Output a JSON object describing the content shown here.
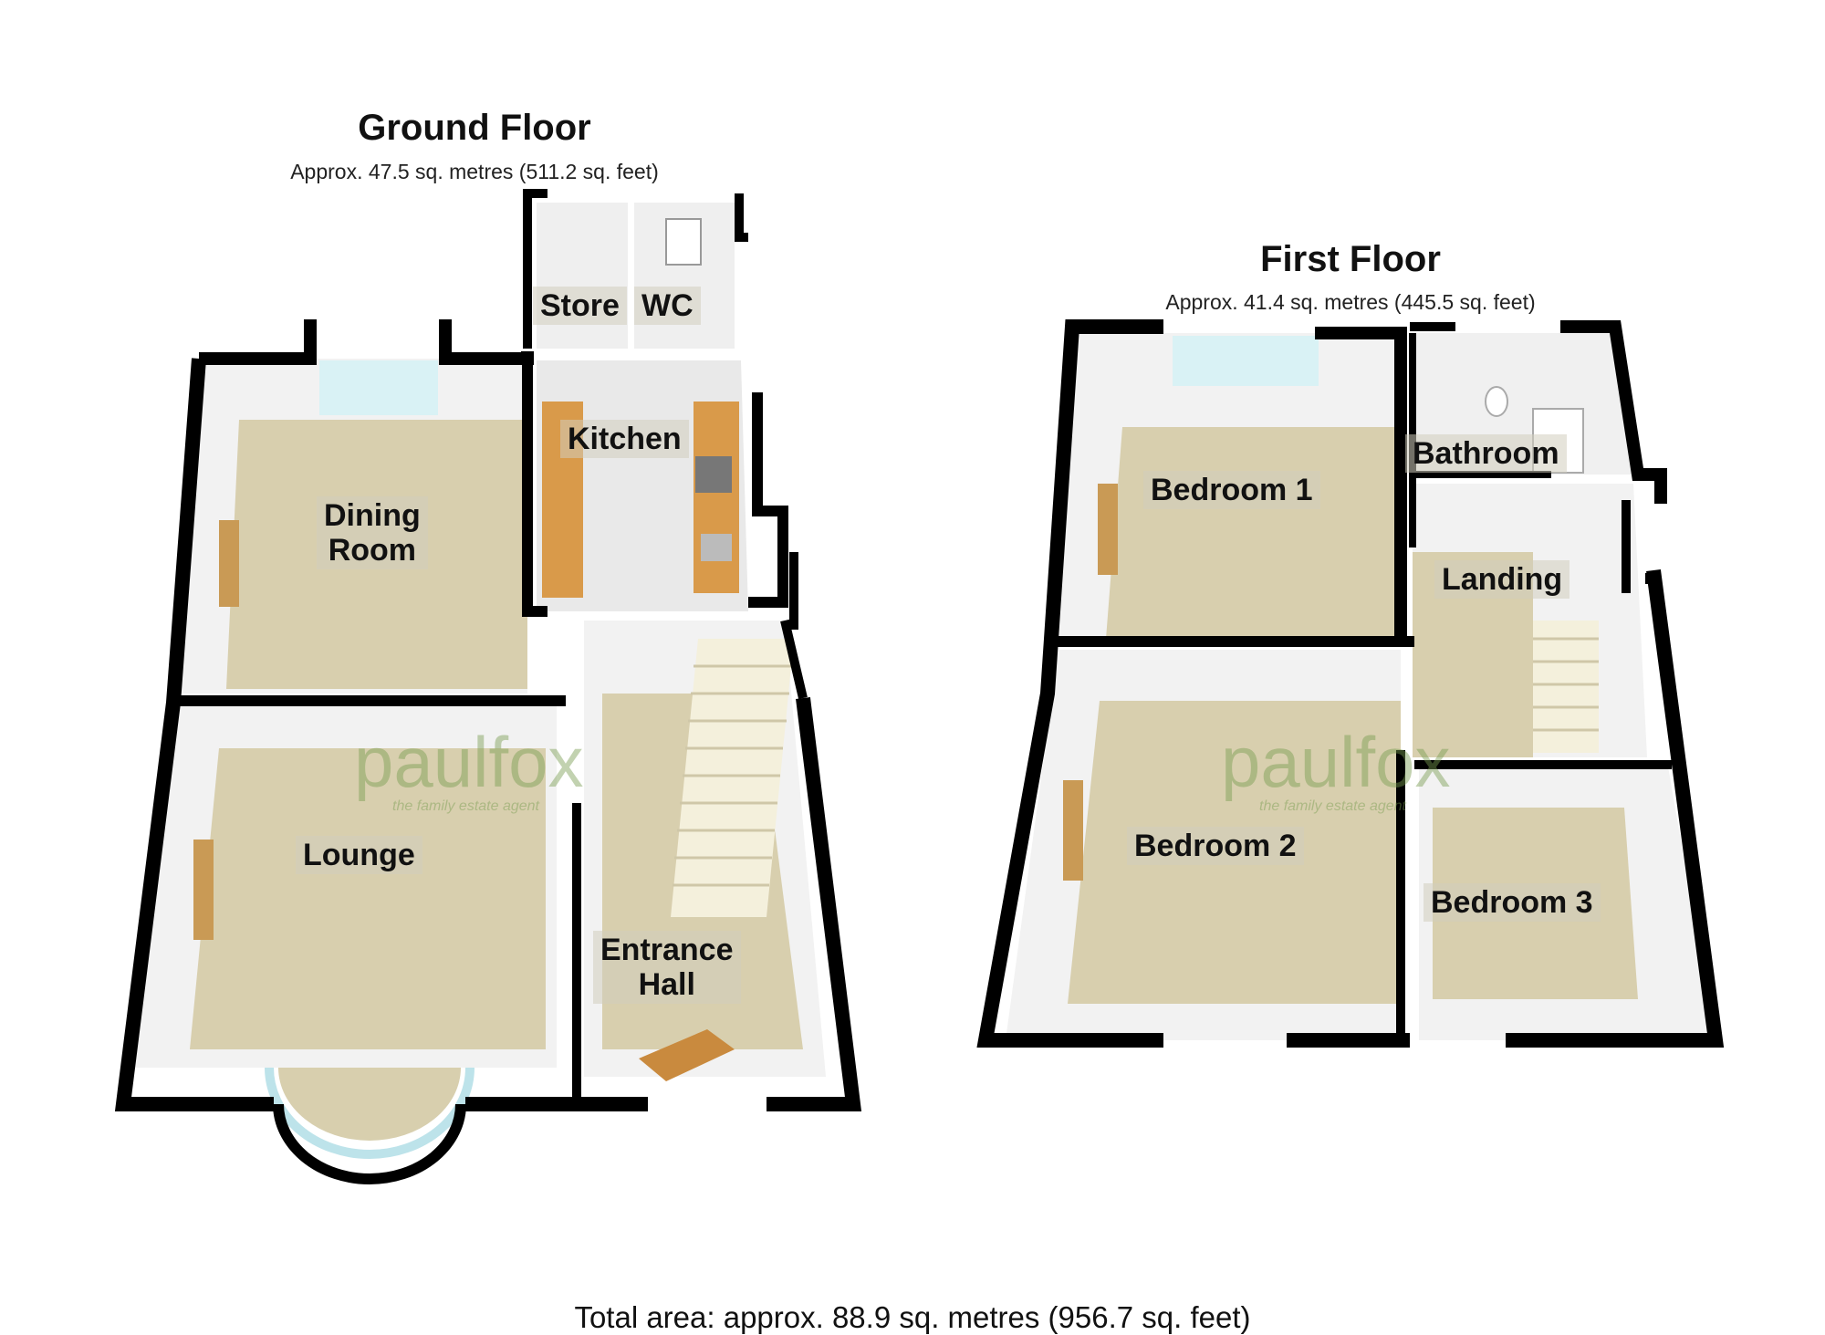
{
  "ground_floor": {
    "title": "Ground Floor",
    "area": "Approx. 47.5 sq. metres (511.2 sq. feet)",
    "rooms": {
      "store": "Store",
      "wc": "WC",
      "kitchen": "Kitchen",
      "dining_room": "Dining\nRoom",
      "lounge": "Lounge",
      "entrance_hall": "Entrance\nHall"
    }
  },
  "first_floor": {
    "title": "First Floor",
    "area": "Approx. 41.4 sq. metres (445.5 sq. feet)",
    "rooms": {
      "bedroom_1": "Bedroom 1",
      "bathroom": "Bathroom",
      "landing": "Landing",
      "bedroom_2": "Bedroom 2",
      "bedroom_3": "Bedroom 3"
    }
  },
  "watermark": {
    "brand": "paulfox",
    "tagline": "the family estate agent"
  },
  "total_area": "Total area: approx. 88.9 sq. metres (956.7 sq. feet)",
  "colors": {
    "wall": "#000000",
    "floor_carpet": "#d8cfae",
    "wall_face": "#f2f2f2",
    "kitchen_floor": "#e9e9e9",
    "worktop": "#d99a4a",
    "window": "#d9f2f5",
    "watermark": "#7a9b50"
  }
}
